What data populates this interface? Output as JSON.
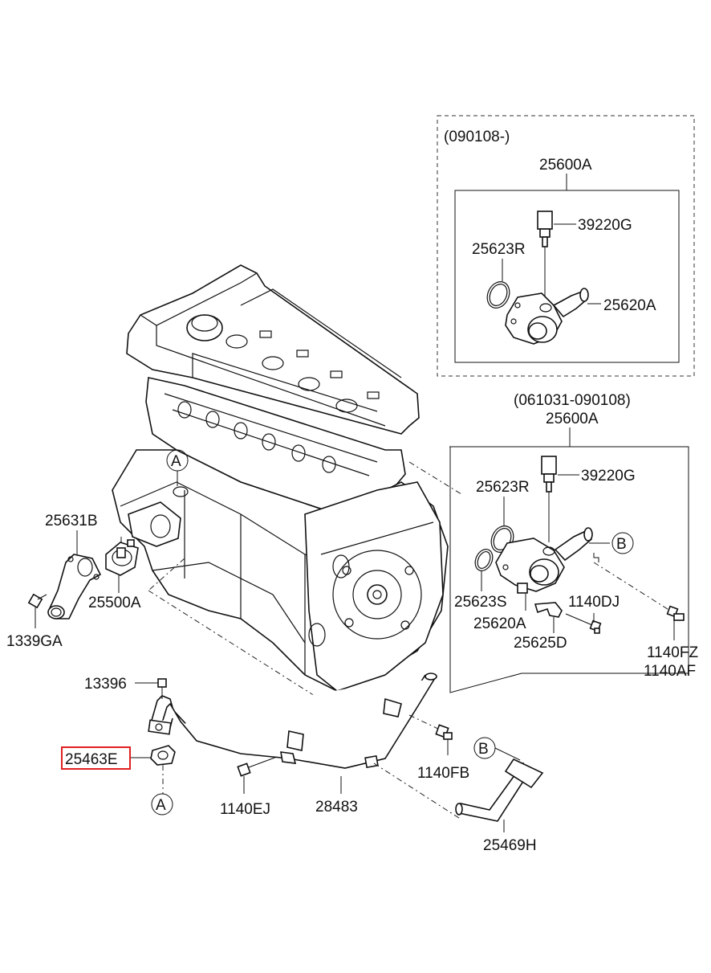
{
  "labels": {
    "variant_top": "(090108-)",
    "variant_bottom": "(061031-090108)",
    "l_25600A_top": "25600A",
    "l_39220G_top": "39220G",
    "l_25623R_top": "25623R",
    "l_25620A_top": "25620A",
    "l_25600A_bot": "25600A",
    "l_39220G_bot": "39220G",
    "l_25623R_bot": "25623R",
    "l_25623S": "25623S",
    "l_25620A_bot": "25620A",
    "l_1140DJ": "1140DJ",
    "l_25625D": "25625D",
    "l_1140FZ": "1140FZ",
    "l_1140AF": "1140AF",
    "l_25631B": "25631B",
    "l_25500A": "25500A",
    "l_1339GA": "1339GA",
    "l_13396": "13396",
    "l_25463E": "25463E",
    "l_1140EJ": "1140EJ",
    "l_28483": "28483",
    "l_1140FB": "1140FB",
    "l_25469H": "25469H"
  },
  "markers": {
    "a_engine": "A",
    "a_bottom": "A",
    "b_right": "B",
    "b_bottom": "B"
  },
  "highlighted_part": "25463E",
  "highlight_color": "#e02020"
}
